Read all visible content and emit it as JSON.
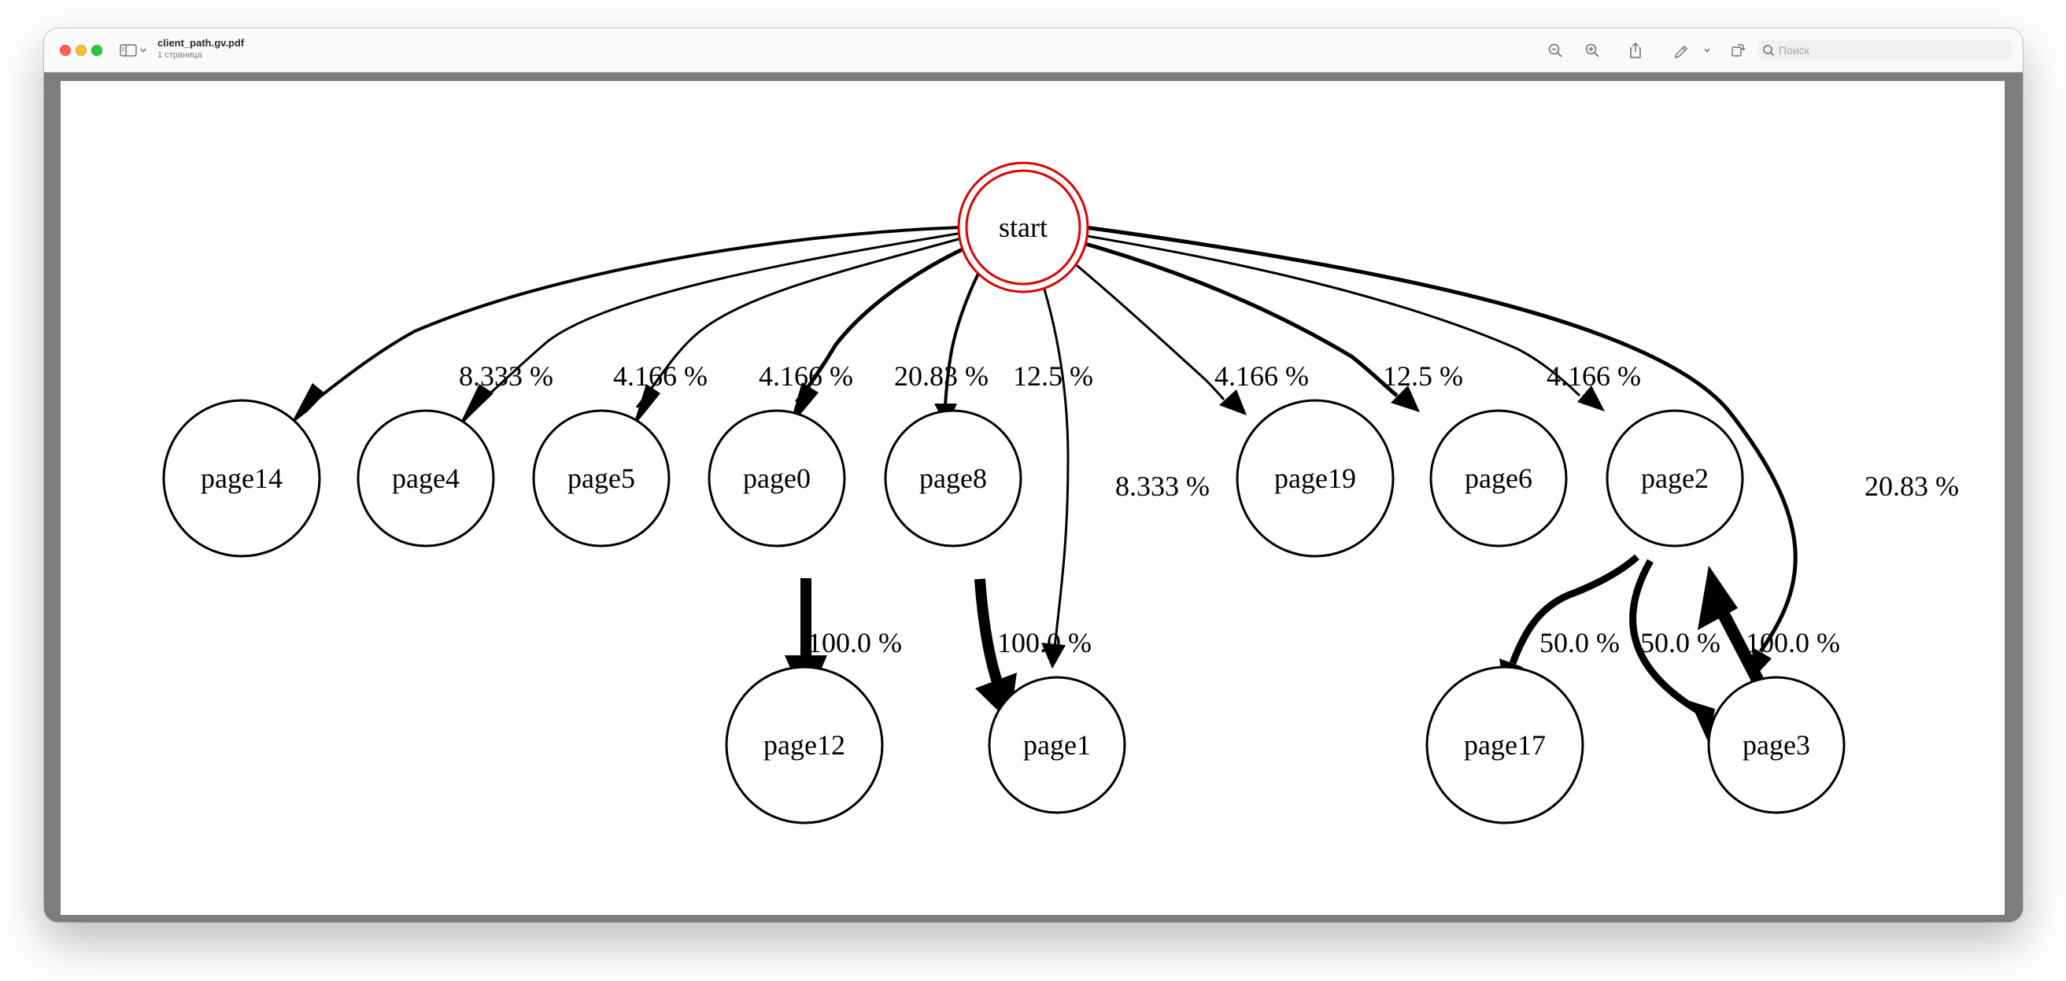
{
  "window": {
    "title": "client_path.gv.pdf",
    "subtitle": "1 страница"
  },
  "toolbar": {
    "search_placeholder": "Поиск",
    "icons": [
      "sidebar-icon",
      "zoom-out-icon",
      "zoom-in-icon",
      "share-icon",
      "markup-pen-icon",
      "rotate-icon",
      "annotate-icon",
      "search-icon"
    ]
  },
  "colors": {
    "start_node": "#e00000",
    "edges": "#000000",
    "page_background": "#7d7d7d"
  },
  "graph": {
    "nodes": [
      {
        "id": "start",
        "label": "start"
      },
      {
        "id": "page14",
        "label": "page14"
      },
      {
        "id": "page4",
        "label": "page4"
      },
      {
        "id": "page5",
        "label": "page5"
      },
      {
        "id": "page0",
        "label": "page0"
      },
      {
        "id": "page8",
        "label": "page8"
      },
      {
        "id": "page19",
        "label": "page19"
      },
      {
        "id": "page6",
        "label": "page6"
      },
      {
        "id": "page2",
        "label": "page2"
      },
      {
        "id": "page12",
        "label": "page12"
      },
      {
        "id": "page1",
        "label": "page1"
      },
      {
        "id": "page17",
        "label": "page17"
      },
      {
        "id": "page3",
        "label": "page3"
      }
    ],
    "edges": [
      {
        "from": "start",
        "to": "page14",
        "label": "8.333 %"
      },
      {
        "from": "start",
        "to": "page4",
        "label": "4.166 %"
      },
      {
        "from": "start",
        "to": "page5",
        "label": "4.166 %"
      },
      {
        "from": "start",
        "to": "page0",
        "label": "20.83 %"
      },
      {
        "from": "start",
        "to": "page8",
        "label": "12.5 %"
      },
      {
        "from": "start",
        "to": "page1",
        "label": "8.333 %"
      },
      {
        "from": "start",
        "to": "page19",
        "label": "4.166 %"
      },
      {
        "from": "start",
        "to": "page6",
        "label": "12.5 %"
      },
      {
        "from": "start",
        "to": "page2",
        "label": "4.166 %"
      },
      {
        "from": "start",
        "to": "page3",
        "label": "20.83 %"
      },
      {
        "from": "page0",
        "to": "page12",
        "label": "100.0 %"
      },
      {
        "from": "page8",
        "to": "page1",
        "label": "100.0 %"
      },
      {
        "from": "page2",
        "to": "page17",
        "label": "50.0 %"
      },
      {
        "from": "page2",
        "to": "page3",
        "label": "50.0 %"
      },
      {
        "from": "page3",
        "to": "page2",
        "label": "100.0 %"
      }
    ]
  }
}
